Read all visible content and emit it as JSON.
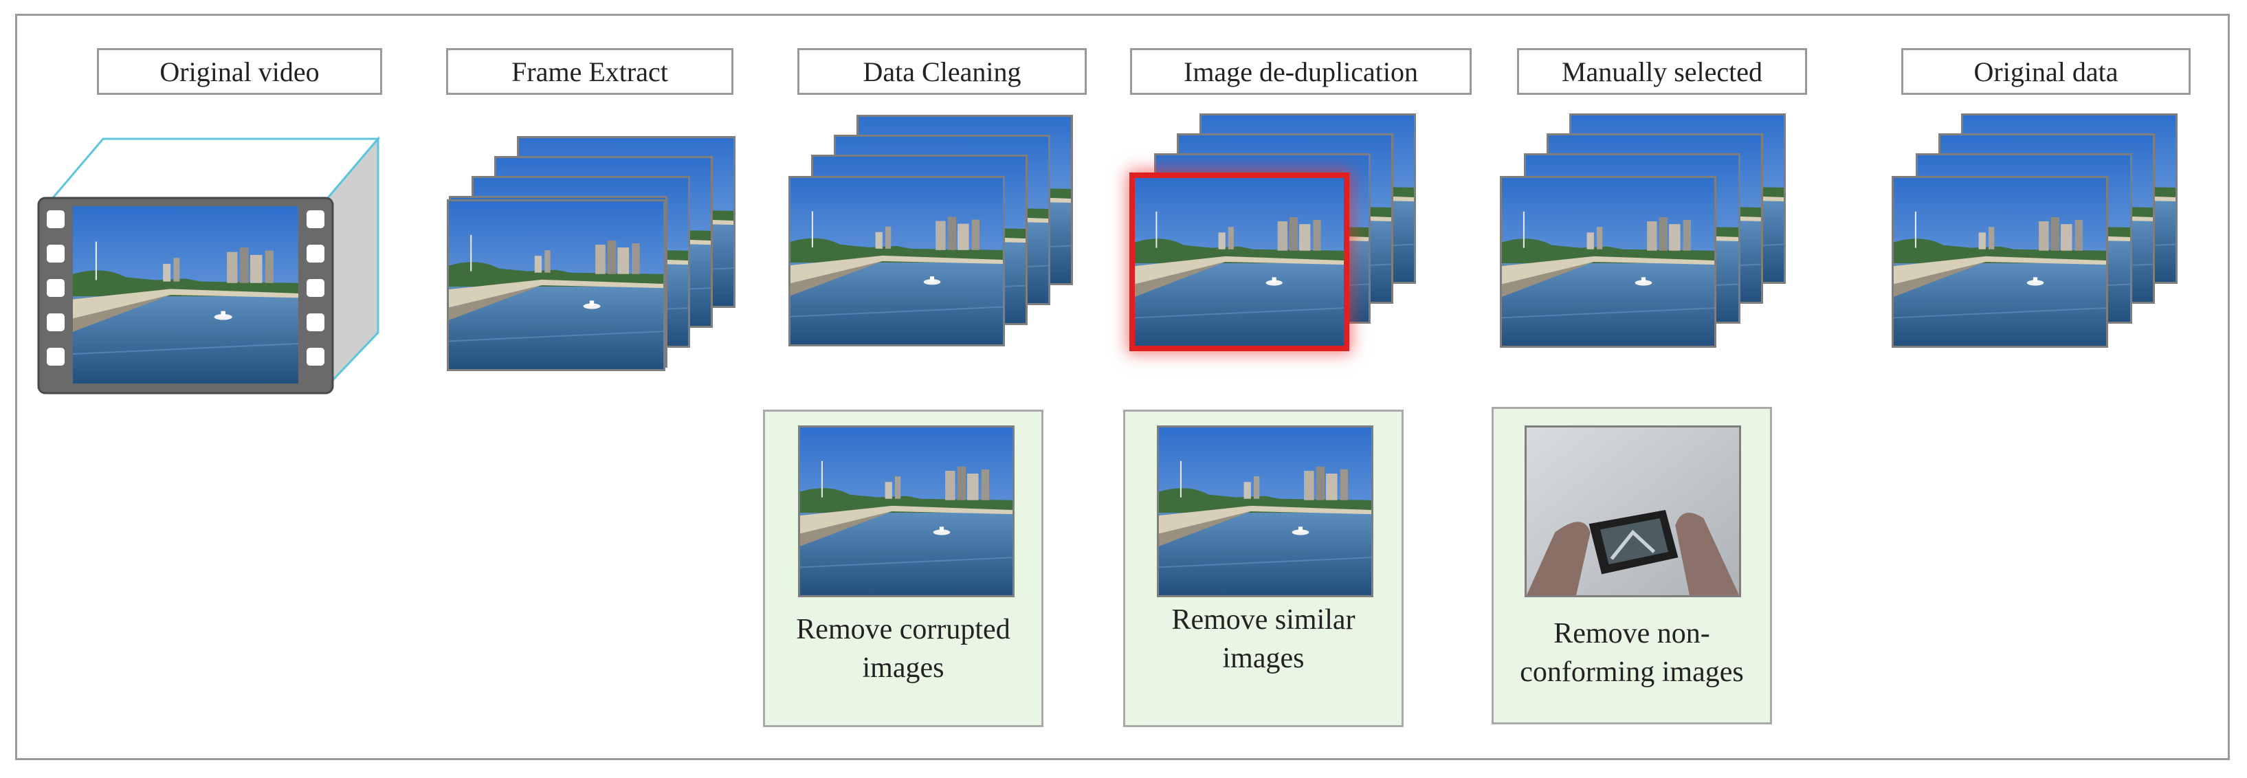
{
  "stages": [
    {
      "label": "Original video"
    },
    {
      "label": "Frame Extract"
    },
    {
      "label": "Data Cleaning"
    },
    {
      "label": "Image de-duplication"
    },
    {
      "label": "Manually selected"
    },
    {
      "label": "Original data"
    }
  ],
  "filters": [
    {
      "caption_line1": "Remove corrupted",
      "caption_line2": "images"
    },
    {
      "caption_line1": "Remove similar",
      "caption_line2": "images"
    },
    {
      "caption_line1": "Remove non-",
      "caption_line2": "conforming images"
    }
  ],
  "colors": {
    "highlight": "#e02020",
    "card_fill": "#eaf6e4",
    "border": "#9a9a9a"
  }
}
